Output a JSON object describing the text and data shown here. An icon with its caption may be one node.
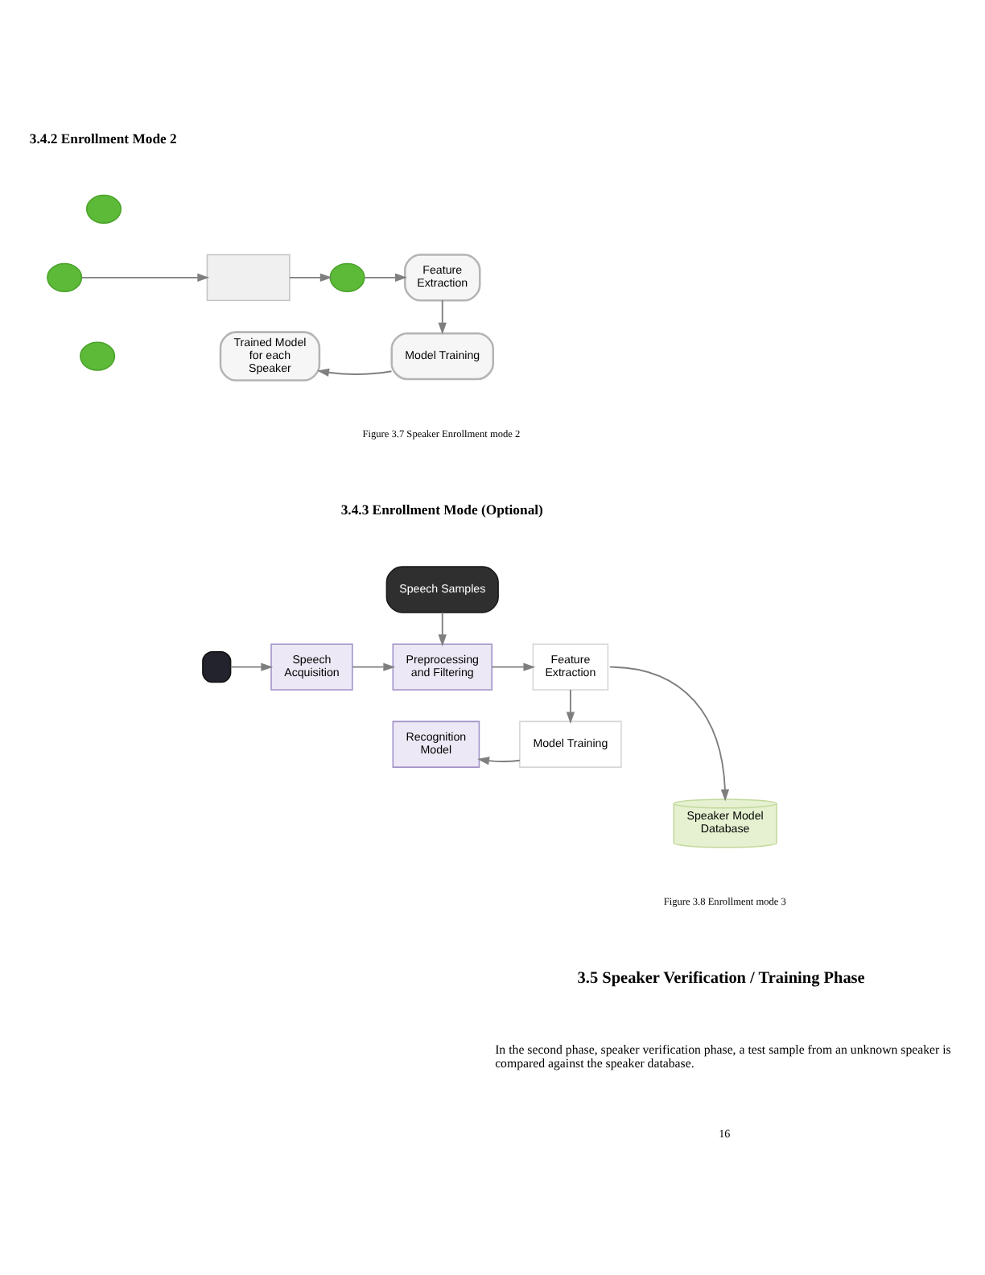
{
  "diagram": {
    "nodes": [
      {
        "text": [],
        "shape": "circle"
      },
      {
        "text": [],
        "shape": "circle"
      },
      {
        "text": [],
        "shape": "box"
      },
      {
        "text": [],
        "shape": "circle"
      },
      {
        "text": [
          "Feature Extraction"
        ]
      },
      {
        "text": [],
        "shape": "circle"
      },
      {
        "text": [
          "Trained Model for each Speaker"
        ]
      },
      {
        "text": [
          "Model Training"
        ]
      },
      {
        "text": [
          "Speech Samples"
        ]
      },
      {
        "text": [],
        "shape": "box"
      },
      {
        "text": [
          "Speech Acquisition"
        ]
      },
      {
        "text": [
          "Preprocessing and Filtering"
        ]
      },
      {
        "text": [
          "Feature Extraction"
        ]
      },
      {
        "text": [
          "Recognition Model"
        ]
      },
      {
        "text": [
          "Model Training"
        ]
      },
      {
        "text": [
          "Speaker Model Database"
        ]
      }
    ],
    "edges": [
      {
        "from": 1,
        "to": 2,
        "arrow": "to"
      },
      {
        "from": 2,
        "to": 3,
        "arrow": "to"
      },
      {
        "from": 3,
        "to": 4,
        "arrow": "to"
      },
      {
        "from": 4,
        "to": 7,
        "arrow": "to"
      },
      {
        "from": 7,
        "to": 6,
        "arrow": "to"
      },
      {
        "from": 9,
        "to": 10,
        "arrow": "to"
      },
      {
        "from": 10,
        "to": 11,
        "arrow": "to"
      },
      {
        "from": 8,
        "to": 11,
        "arrow": "to"
      },
      {
        "from": 11,
        "to": 12,
        "arrow": "to"
      },
      {
        "from": 12,
        "to": 14,
        "arrow": "to"
      },
      {
        "from": 12,
        "to": 15,
        "arrow": "to"
      },
      {
        "from": 14,
        "to": 13,
        "arrow": "to"
      }
    ],
    "labels": [
      "3.4.2 Enrollment Mode 2",
      "Figure 3.7 Speaker Enrollment mode 2",
      "3.4.3 Enrollment Mode (Optional)",
      "Figure 3.8 Enrollment mode 3",
      "3.5 Speaker Verification / Training Phase",
      "In the second phase, speaker verification phase, a test sample from an unknown speaker is compared against the speaker database.",
      "16"
    ]
  }
}
